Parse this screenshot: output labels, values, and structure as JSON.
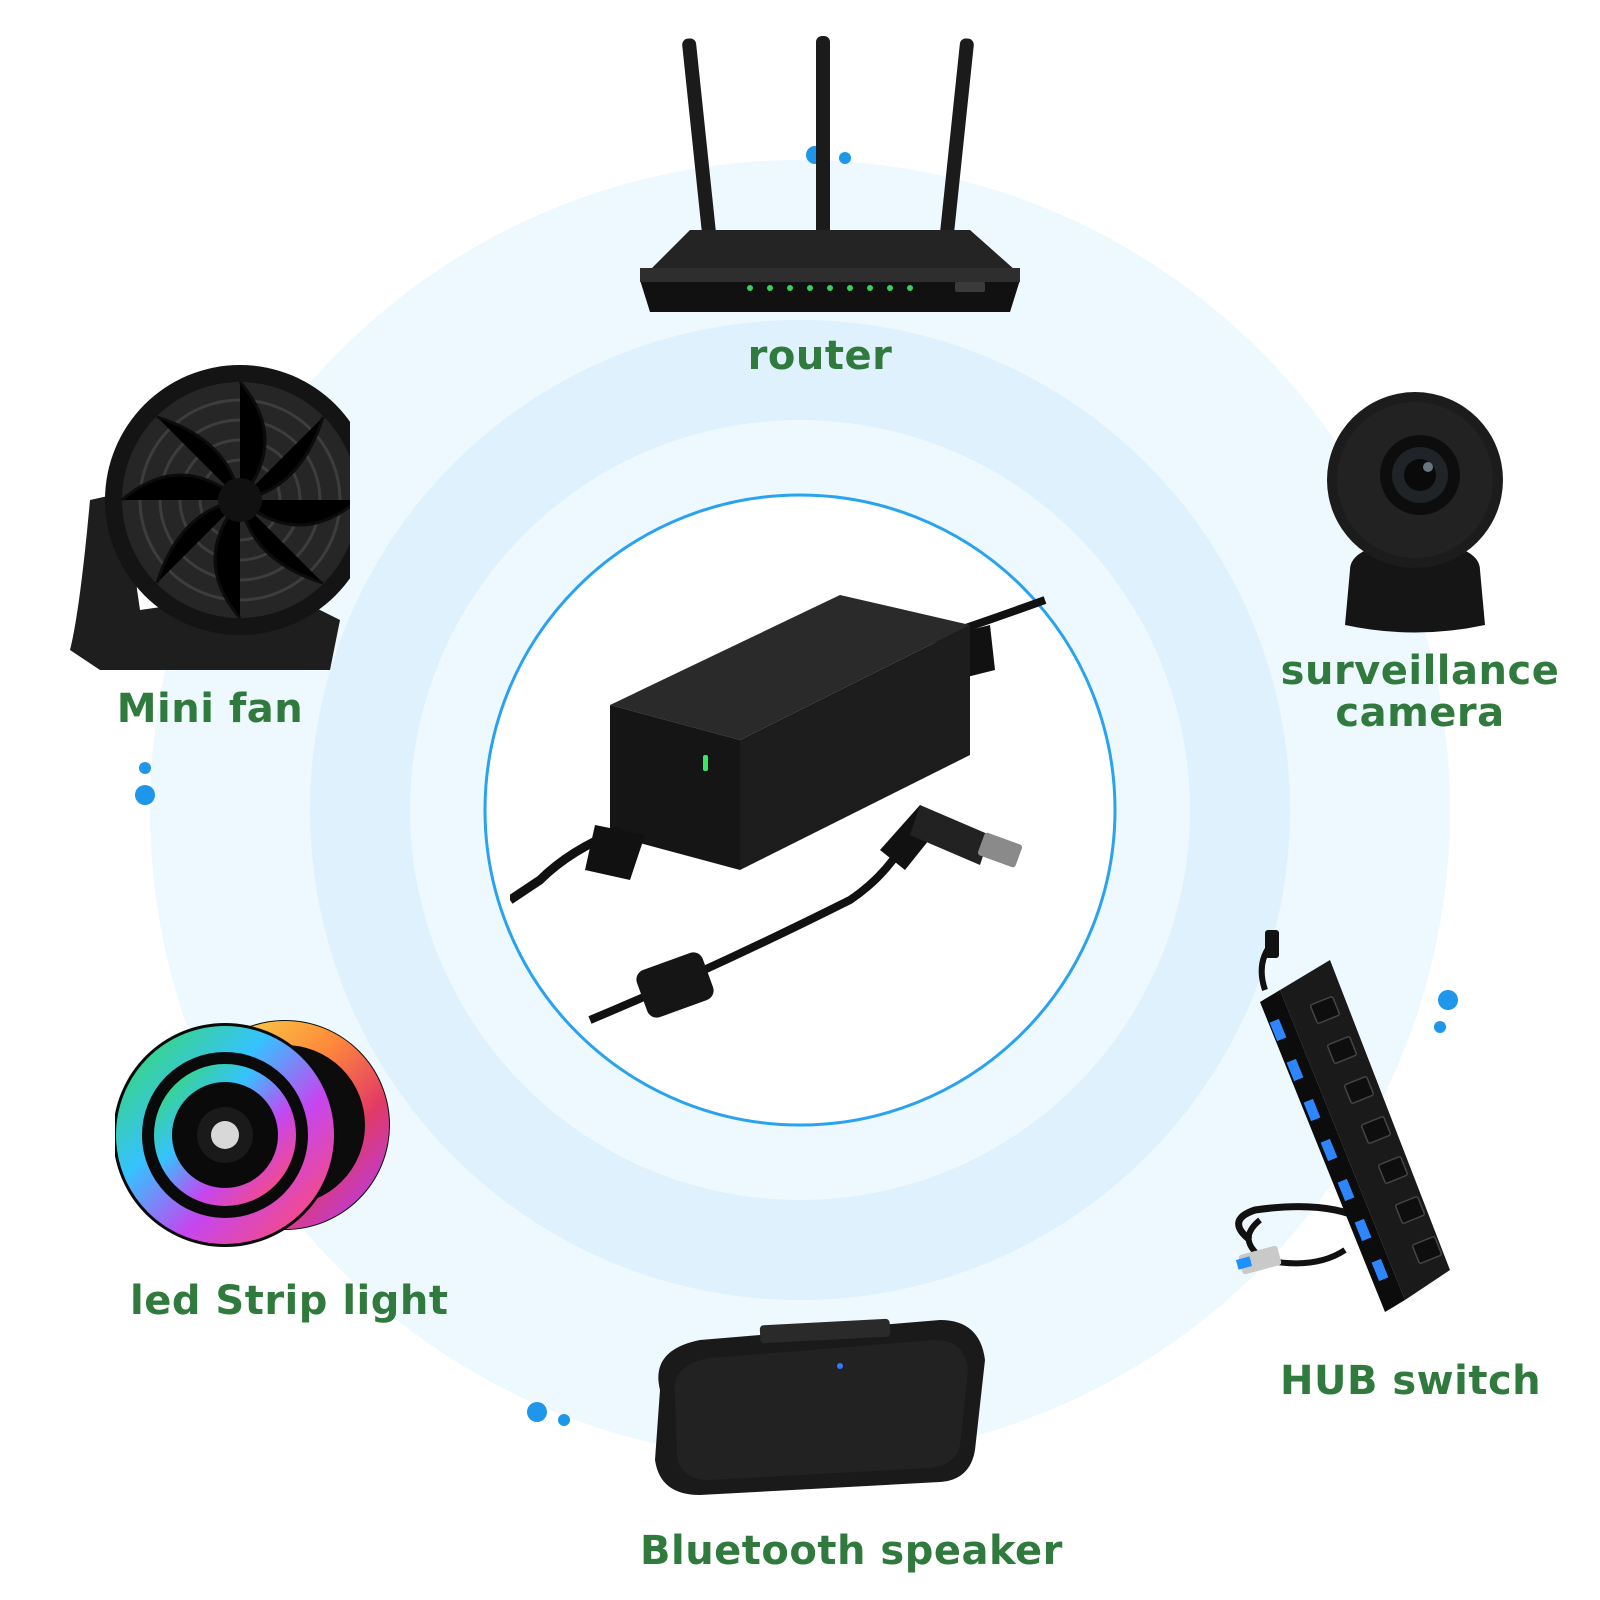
{
  "colors": {
    "label_green": "#2f7a3c",
    "ring_blue": "#29a3ef",
    "accent_dot": "#1e96ea"
  },
  "labels": {
    "router": "router",
    "camera_line1": "surveillance",
    "camera_line2": "camera",
    "fan": "Mini fan",
    "led": "led Strip light",
    "hub": "HUB switch",
    "speaker": "Bluetooth speaker"
  },
  "icons": {
    "router": "router-icon",
    "camera": "camera-icon",
    "fan": "fan-icon",
    "led": "led-strip-icon",
    "hub": "usb-hub-icon",
    "speaker": "speaker-icon",
    "adapter": "power-adapter-icon"
  }
}
